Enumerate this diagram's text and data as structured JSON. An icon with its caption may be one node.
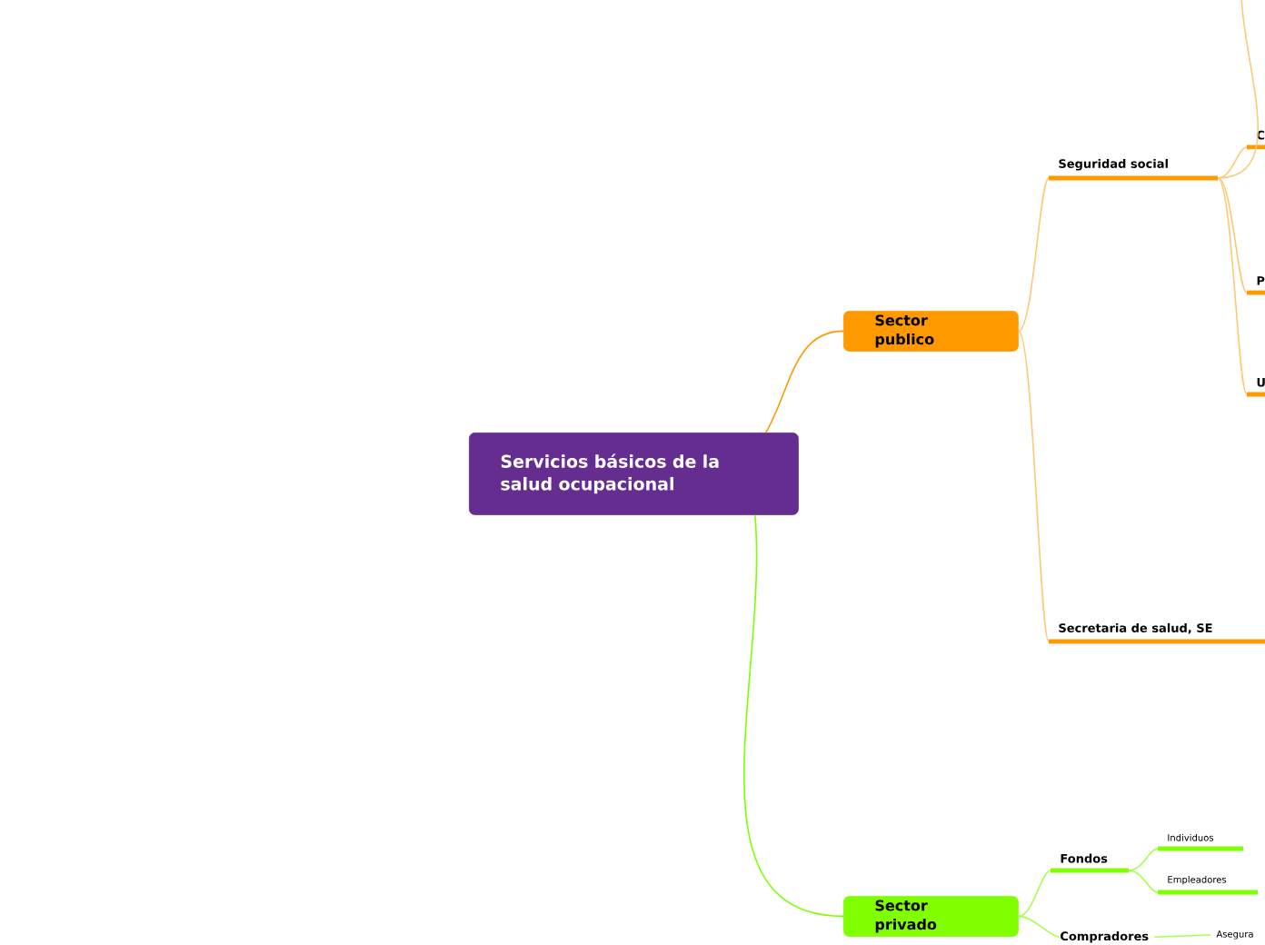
{
  "diagram": {
    "nodes": [
      {
        "text": [
          "Servicios básicos de la salud ocupacional"
        ]
      },
      {
        "text": [
          "Sector publico"
        ]
      },
      {
        "text": [
          "Seguridad social"
        ]
      },
      {
        "text": [
          "C"
        ]
      },
      {
        "text": [
          "P"
        ]
      },
      {
        "text": [
          "U"
        ]
      },
      {
        "text": [
          "Secretaria de salud, SE"
        ]
      },
      {
        "text": [
          "Sector privado"
        ]
      },
      {
        "text": [
          "Fondos"
        ]
      },
      {
        "text": [
          "Individuos"
        ]
      },
      {
        "text": [
          "Empleadores"
        ]
      },
      {
        "text": [
          "Compradores"
        ]
      },
      {
        "text": [
          "Asegura"
        ]
      }
    ],
    "edges": [
      {
        "from": 0,
        "to": 1,
        "arrow": "none",
        "color": "#ff9900"
      },
      {
        "from": 0,
        "to": 7,
        "arrow": "none",
        "color": "#80ff00"
      },
      {
        "from": 1,
        "to": 2,
        "arrow": "none",
        "color": "#ffc875"
      },
      {
        "from": 1,
        "to": 6,
        "arrow": "none",
        "color": "#ffc875"
      },
      {
        "from": 2,
        "to": null,
        "arrow": "none",
        "color": "#ffc875"
      },
      {
        "from": 2,
        "to": 3,
        "arrow": "none",
        "color": "#ffc875"
      },
      {
        "from": 2,
        "to": 4,
        "arrow": "none",
        "color": "#ffc875"
      },
      {
        "from": 2,
        "to": 5,
        "arrow": "none",
        "color": "#ffc875"
      },
      {
        "from": 7,
        "to": 8,
        "arrow": "none",
        "color": "#a6ff4d"
      },
      {
        "from": 7,
        "to": 11,
        "arrow": "none",
        "color": "#a6ff4d"
      },
      {
        "from": 8,
        "to": 9,
        "arrow": "none",
        "color": "#a6ff4d"
      },
      {
        "from": 8,
        "to": 10,
        "arrow": "none",
        "color": "#a6ff4d"
      },
      {
        "from": 11,
        "to": 12,
        "arrow": "none",
        "color": "#a6ff4d"
      }
    ]
  }
}
